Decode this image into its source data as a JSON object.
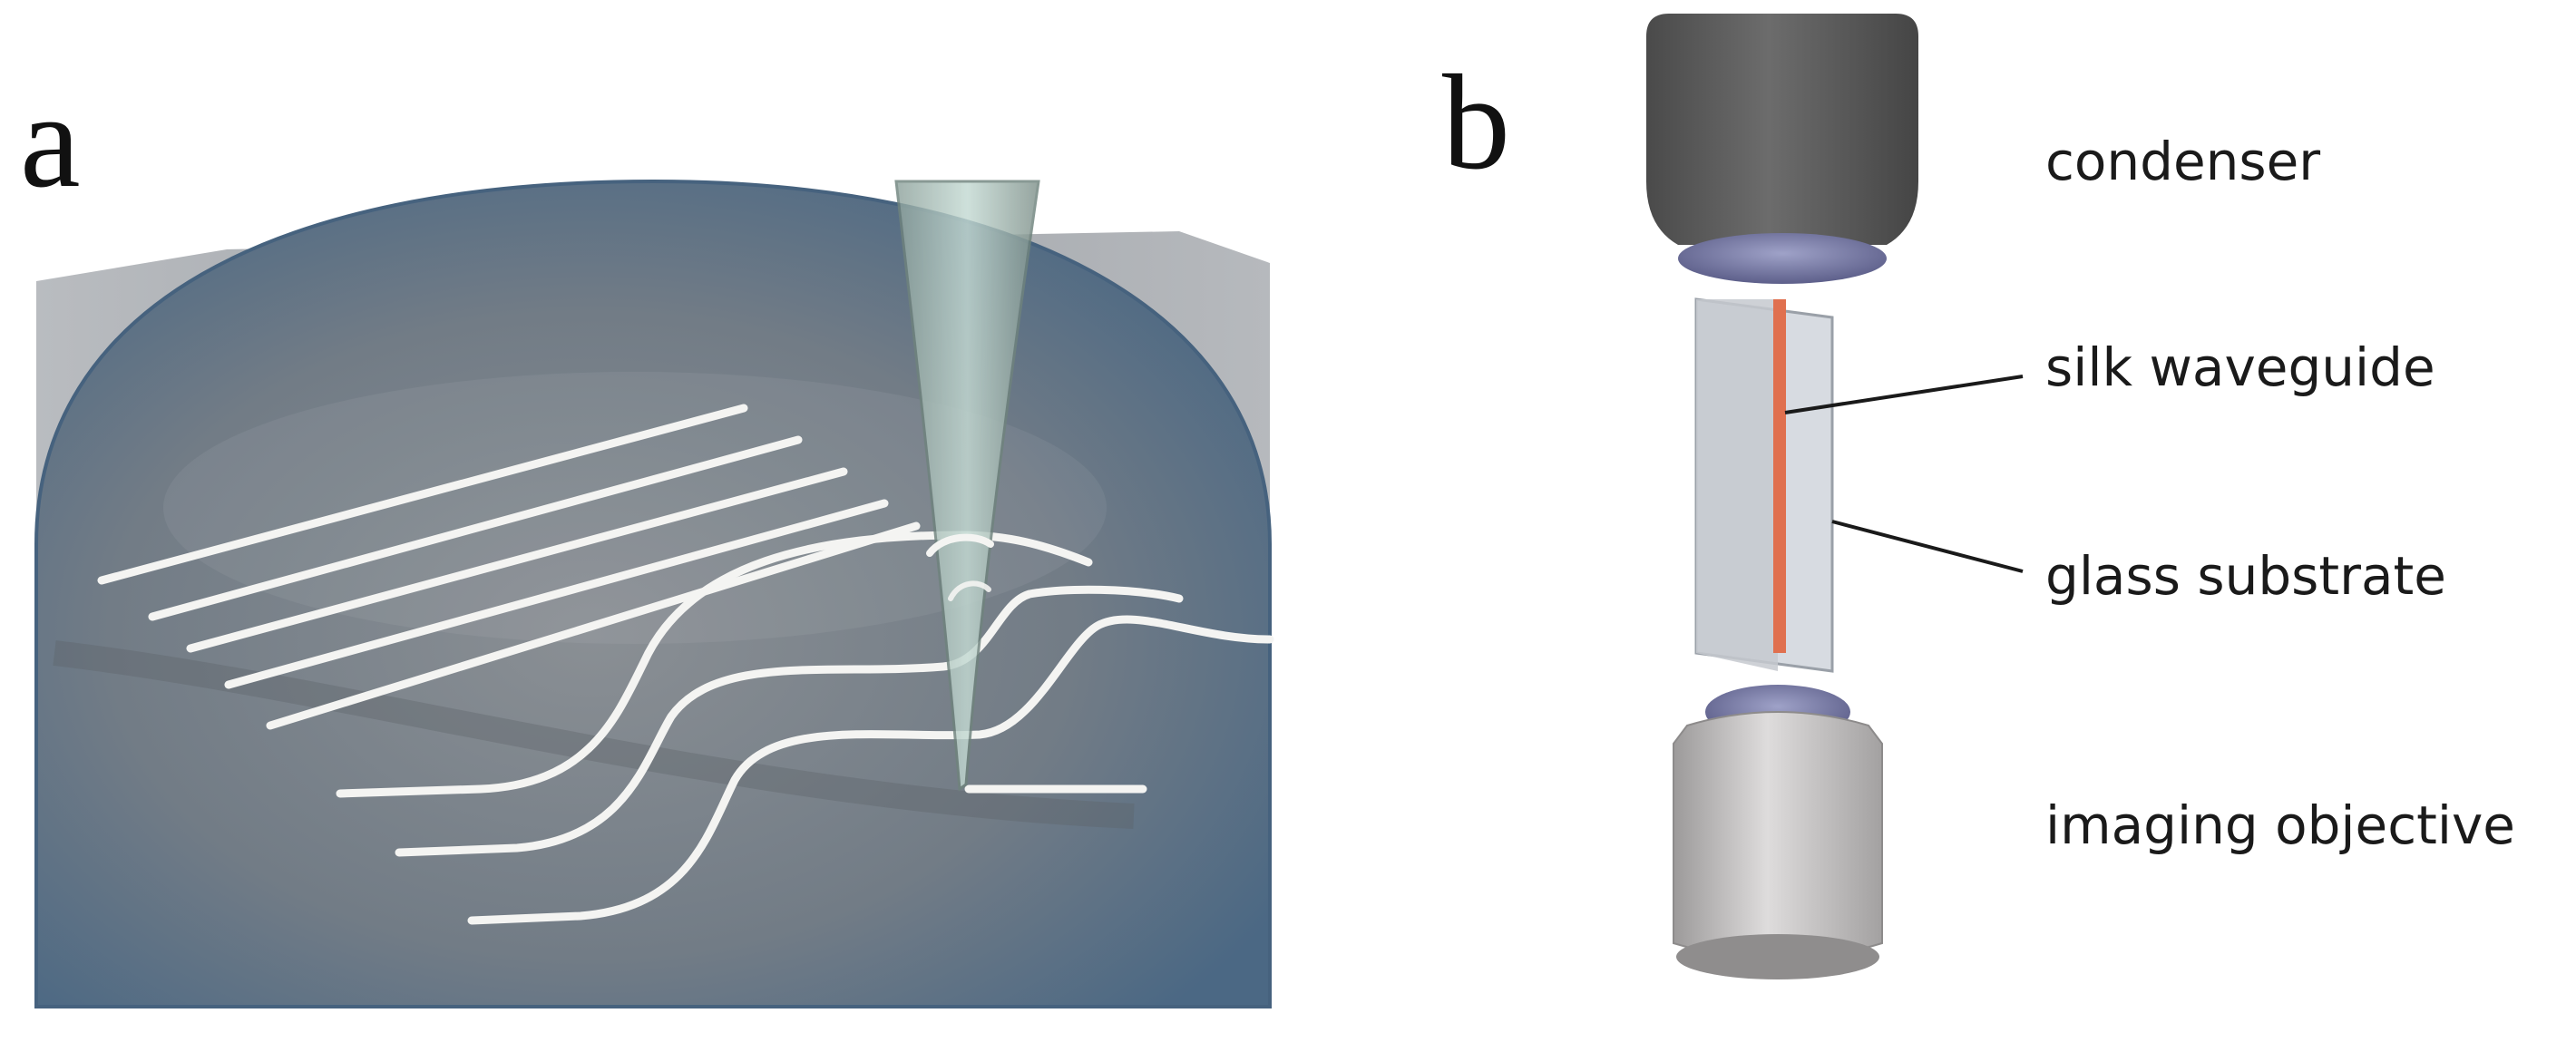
{
  "panel_a": {
    "letter": "a"
  },
  "panel_b": {
    "letter": "b",
    "labels": {
      "condenser": "condenser",
      "silk_waveguide": "silk waveguide",
      "glass_substrate": "glass substrate",
      "imaging_objective": "imaging objective"
    }
  },
  "colors": {
    "droplet": "#7b8590",
    "droplet_edge": "#4f6f8f",
    "waveguide_line": "#f4f4f2",
    "pipette": "#a9c2bb",
    "condenser": "#5f5f5f",
    "objective": "#c8c6c6",
    "lens": "#7d7fa8",
    "silk_core": "#e0704f",
    "glass": "#c9cdd4"
  }
}
